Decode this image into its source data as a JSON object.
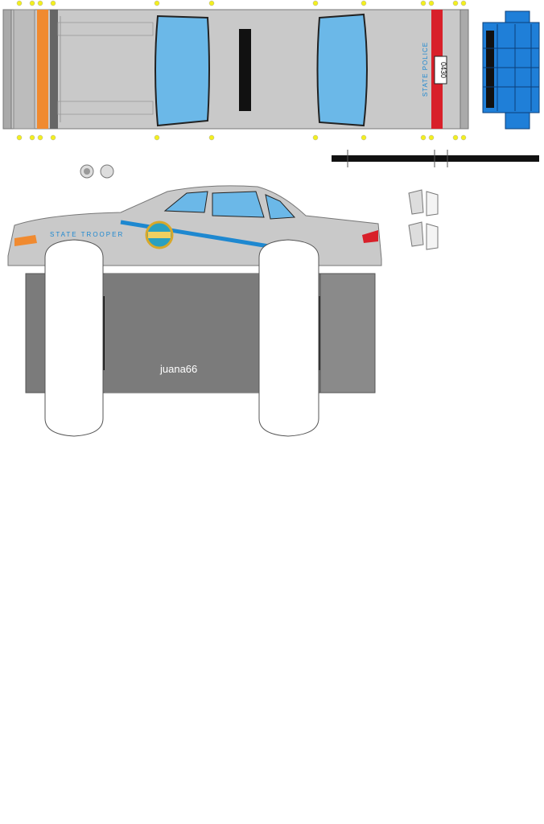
{
  "watermark": "juana66",
  "top_view": {
    "door_text": "STATE POLICE",
    "plate": "0430"
  },
  "side_text": "STATE TROOPER",
  "colors": {
    "body": "#c8c8c8",
    "glass": "#6bb8e8",
    "stripe": "#1e88d0",
    "light_bar": "#1f7fd8",
    "dark_gray": "#7b7b7b",
    "black": "#151515",
    "red": "#d8202a",
    "orange": "#f08a30",
    "guide_dot": "#f3ef1e"
  },
  "parts": [
    "top-shell",
    "light-bar",
    "antenna",
    "mirrors",
    "side-body",
    "tire-strips",
    "wheels",
    "chassis-boxes"
  ]
}
